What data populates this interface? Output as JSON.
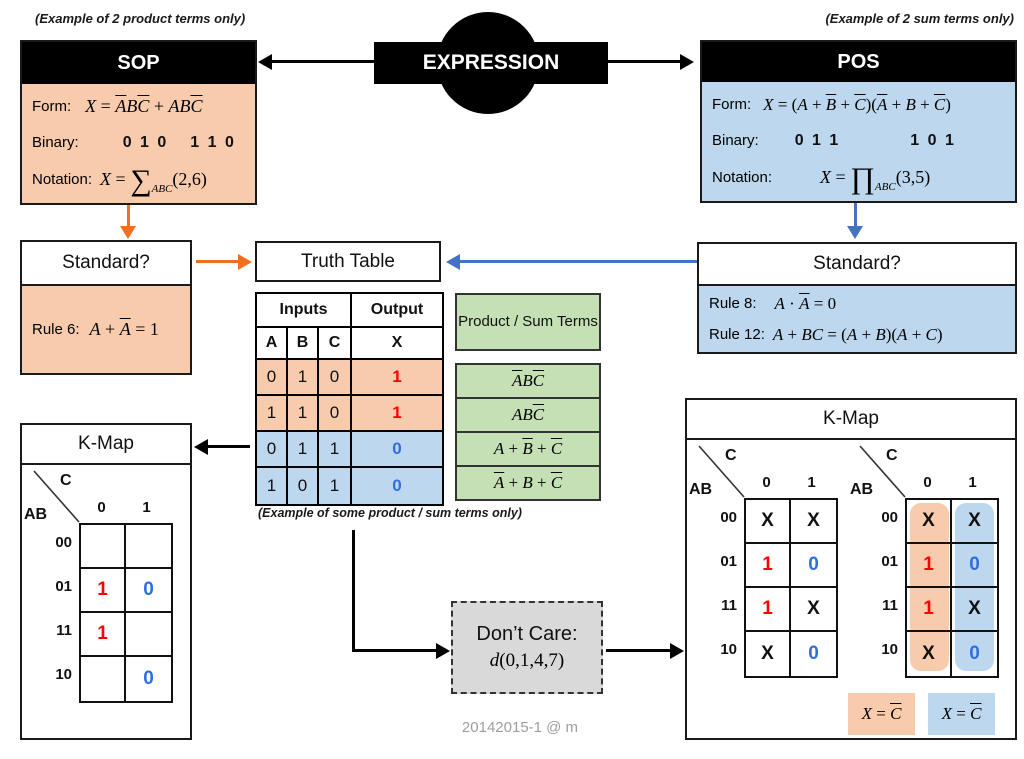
{
  "captions": {
    "top_left": "(Example of 2 product terms only)",
    "top_right": "(Example of 2 sum terms only)",
    "below_table": "(Example of some product / sum terms only)",
    "watermark": "20142015-1 @ m"
  },
  "expression": {
    "label": "EXPRESSION"
  },
  "sop": {
    "title": "SOP",
    "form_label": "Form:",
    "form_math": "X = {A}B{C} + AB{C}",
    "binary_label": "Binary:",
    "binary_values": [
      "0 1 0",
      "1 1 0"
    ],
    "notation_label": "Notation:",
    "notation": {
      "pre": "X =",
      "op": "∑",
      "sub": "ABC",
      "args": "(2,6)"
    }
  },
  "pos": {
    "title": "POS",
    "form_label": "Form:",
    "form_math": "X = (A + {B} + {C})({A} + B + {C})",
    "binary_label": "Binary:",
    "binary_values": [
      "0 1 1",
      "1 0 1"
    ],
    "notation_label": "Notation:",
    "notation": {
      "pre": "X =",
      "op": "∏",
      "sub": "ABC",
      "args": "(3,5)"
    }
  },
  "standard_left": {
    "title": "Standard?",
    "rules": [
      {
        "label": "Rule 6:",
        "math": "A + {A} = 1"
      }
    ]
  },
  "standard_right": {
    "title": "Standard?",
    "rules": [
      {
        "label": "Rule 8:",
        "math": "A · {A} = 0"
      },
      {
        "label": "Rule 12:",
        "math": "A + BC = (A + B)(A + C)"
      }
    ]
  },
  "truth_table": {
    "title": "Truth Table",
    "inputs_header": "Inputs",
    "output_header": "Output",
    "columns": [
      "A",
      "B",
      "C",
      "X"
    ],
    "rows": [
      {
        "A": "0",
        "B": "1",
        "C": "0",
        "X": "1"
      },
      {
        "A": "1",
        "B": "1",
        "C": "0",
        "X": "1"
      },
      {
        "A": "0",
        "B": "1",
        "C": "1",
        "X": "0"
      },
      {
        "A": "1",
        "B": "0",
        "C": "1",
        "X": "0"
      }
    ]
  },
  "terms_panel": {
    "header": "Product / Sum Terms",
    "terms": [
      "{A}B{C}",
      "AB{C}",
      "A + {B} + {C}",
      "{A} + B + {C}"
    ]
  },
  "dont_care": {
    "label": "Don’t Care:",
    "math": "d(0,1,4,7)"
  },
  "kmap_left": {
    "title": "K-Map",
    "corner_top": "C",
    "corner_left": "AB",
    "col_labels": [
      "0",
      "1"
    ],
    "row_labels": [
      "00",
      "01",
      "11",
      "10"
    ],
    "cells": [
      [
        "",
        ""
      ],
      [
        "1",
        "0"
      ],
      [
        "1",
        ""
      ],
      [
        "",
        "0"
      ]
    ]
  },
  "kmap_right": {
    "title": "K-Map",
    "corner_top": "C",
    "corner_left": "AB",
    "col_labels": [
      "0",
      "1"
    ],
    "row_labels": [
      "00",
      "01",
      "11",
      "10"
    ],
    "cells": [
      [
        "X",
        "X"
      ],
      [
        "1",
        "0"
      ],
      [
        "1",
        "X"
      ],
      [
        "X",
        "0"
      ]
    ],
    "solution_sop": "X = {C}",
    "solution_pos": "X = {C}"
  },
  "colors": {
    "peach": "#F8CBAD",
    "light_blue": "#BDD7EE",
    "green": "#C5E0B4",
    "gray": "#D9D9D9",
    "orange_arrow": "#F07020",
    "blue_arrow": "#4472C4",
    "black_arrow": "#000000",
    "red_value": "#FF0000",
    "blue_value": "#2E6FDF"
  }
}
